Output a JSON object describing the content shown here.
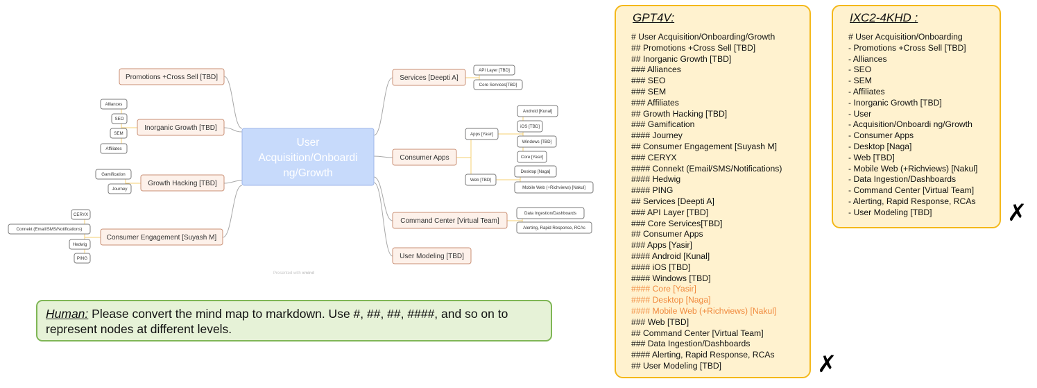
{
  "mindmap": {
    "central": [
      "User",
      "Acquisition/Onboardi",
      "ng/Growth"
    ],
    "left": [
      {
        "label": "Promotions +Cross Sell [TBD]",
        "children": []
      },
      {
        "label": "Inorganic Growth [TBD]",
        "children": [
          "Alliances",
          "SEO",
          "SEM",
          "Affiliates"
        ]
      },
      {
        "label": "Growth Hacking [TBD]",
        "children": [
          "Gamification",
          "Journey"
        ]
      },
      {
        "label": "Consumer Engagement [Suyash M]",
        "children": [
          "CERYX",
          "Connekt (Email/SMS/Notifications)",
          "Hedwig",
          "PING"
        ]
      }
    ],
    "right": [
      {
        "label": "Services [Deepti A]",
        "children": [
          "API Layer [TBD]",
          "Core Services[TBD]"
        ]
      },
      {
        "label": "Consumer Apps",
        "children": [
          {
            "label": "Apps [Yasir]",
            "children": [
              "Android [Kunal]",
              "iOS [TBD]",
              "Windows [TBD]",
              "Core [Yasir]"
            ]
          },
          {
            "label": "Web [TBD]",
            "children": [
              "Desktop [Naga]",
              "Mobile Web (+Richviews) [Nakul]"
            ]
          }
        ]
      },
      {
        "label": "Command Center [Virtual Team]",
        "children": [
          "Data Ingestion/Dashboards",
          "Alerting, Rapid Response, RCAs"
        ]
      },
      {
        "label": "User Modeling [TBD]",
        "children": []
      }
    ],
    "watermark_prefix": "Presented with",
    "watermark_brand": "xmind",
    "colors": {
      "central_fill": "#c7dafb",
      "central_border": "#9db6ea",
      "topic_fill": "#fdf1ea",
      "topic_border": "#c98f74",
      "branch_line": "#a8a8a8",
      "sub_line": "#f4cf72"
    }
  },
  "human": {
    "label": "Human:",
    "text": " Please convert the mind map to markdown. Use #, ##, ##, ####, and so on to represent nodes at different levels."
  },
  "gpt4v": {
    "title": "GPT4V:",
    "lines": [
      {
        "text": "# User Acquisition/Onboarding/Growth",
        "wrong": false
      },
      {
        "text": "## Promotions +Cross Sell [TBD]",
        "wrong": false
      },
      {
        "text": "## Inorganic Growth [TBD]",
        "wrong": false
      },
      {
        "text": "### Alliances",
        "wrong": false
      },
      {
        "text": "### SEO",
        "wrong": false
      },
      {
        "text": "### SEM",
        "wrong": false
      },
      {
        "text": "### Affiliates",
        "wrong": false
      },
      {
        "text": "## Growth Hacking [TBD]",
        "wrong": false
      },
      {
        "text": "### Gamification",
        "wrong": false
      },
      {
        "text": "#### Journey",
        "wrong": false
      },
      {
        "text": "## Consumer Engagement [Suyash M]",
        "wrong": false
      },
      {
        "text": "### CERYX",
        "wrong": false
      },
      {
        "text": "#### Connekt (Email/SMS/Notifications)",
        "wrong": false
      },
      {
        "text": "#### Hedwig",
        "wrong": false
      },
      {
        "text": "#### PING",
        "wrong": false
      },
      {
        "text": "## Services [Deepti A]",
        "wrong": false
      },
      {
        "text": "### API Layer [TBD]",
        "wrong": false
      },
      {
        "text": "### Core Services[TBD]",
        "wrong": false
      },
      {
        "text": "## Consumer Apps",
        "wrong": false
      },
      {
        "text": "### Apps [Yasir]",
        "wrong": false
      },
      {
        "text": "#### Android [Kunal]",
        "wrong": false
      },
      {
        "text": "#### iOS [TBD]",
        "wrong": false
      },
      {
        "text": "#### Windows [TBD]",
        "wrong": false
      },
      {
        "text": "#### Core [Yasir]",
        "wrong": true
      },
      {
        "text": "#### Desktop [Naga]",
        "wrong": true
      },
      {
        "text": "#### Mobile Web (+Richviews) [Nakul]",
        "wrong": true
      },
      {
        "text": "### Web [TBD]",
        "wrong": false
      },
      {
        "text": "## Command Center [Virtual Team]",
        "wrong": false
      },
      {
        "text": "### Data Ingestion/Dashboards",
        "wrong": false
      },
      {
        "text": "#### Alerting, Rapid Response, RCAs",
        "wrong": false
      },
      {
        "text": "## User Modeling [TBD]",
        "wrong": false
      }
    ],
    "mark": "✗"
  },
  "ixc": {
    "title": "IXC2-4KHD :",
    "lines": [
      "# User Acquisition/Onboarding",
      "- Promotions +Cross Sell [TBD]",
      "- Alliances",
      "- SEO",
      "- SEM",
      "- Affiliates",
      "- Inorganic Growth [TBD]",
      "- User",
      "- Acquisition/Onboardi ng/Growth",
      "- Consumer Apps",
      "- Desktop [Naga]",
      "- Web [TBD]",
      "- Mobile Web (+Richviews) [Nakul]",
      "- Data Ingestion/Dashboards",
      "- Command Center [Virtual Team]",
      "- Alerting, Rapid Response, RCAs",
      "- User Modeling [TBD]"
    ],
    "mark": "✗"
  }
}
